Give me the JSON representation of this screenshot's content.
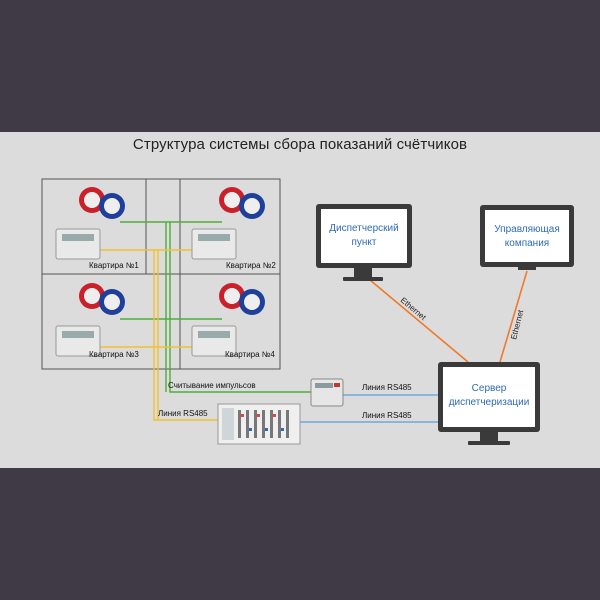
{
  "title": "Структура системы сбора показаний счётчиков",
  "apartments": [
    {
      "label": "Квартира №1"
    },
    {
      "label": "Квартира №2"
    },
    {
      "label": "Квартира №3"
    },
    {
      "label": "Квартира №4"
    }
  ],
  "monitors": {
    "dispatch_point": [
      "Диспетчерский",
      "пункт"
    ],
    "management_company": [
      "Управляющая",
      "компания"
    ],
    "server": [
      "Сервер",
      "диспетчеризации"
    ]
  },
  "links": {
    "pulse_reading": "Считывание импульсов",
    "rs485_left": "Линия RS485",
    "rs485_top": "Линия RS485",
    "rs485_bottom": "Линия RS485",
    "ethernet_left": "Ethernet",
    "ethernet_right": "Ethernet"
  },
  "colors": {
    "page_bg": "#3f3a45",
    "band_bg": "#dcdcdc",
    "green_line": "#4caf3a",
    "yellow_line": "#f2c12e",
    "blue_line": "#6fa8dc",
    "orange_line": "#f07a2a",
    "monitor_text": "#2f6bb5"
  }
}
